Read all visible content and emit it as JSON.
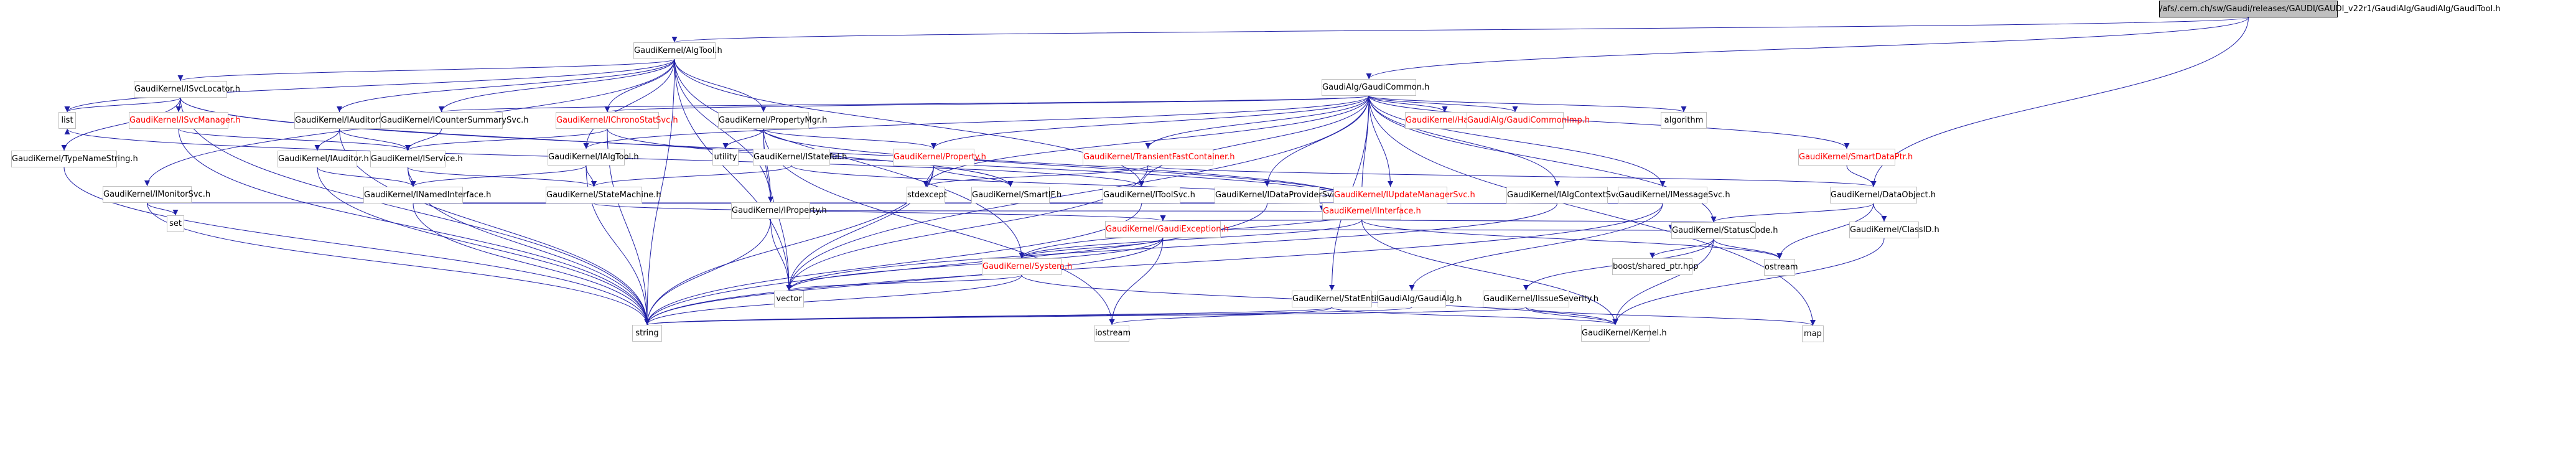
{
  "graph": {
    "nodes": {
      "root": {
        "label": "/afs/.cern.ch/sw/Gaudi/releases/GAUDI/GAUDI_v22r1/GaudiAlg/GaudiAlg/GaudiTool.h",
        "kind": "root"
      },
      "algtool": {
        "label": "GaudiKernel/AlgTool.h",
        "kind": "link"
      },
      "isvcloc": {
        "label": "GaudiKernel/ISvcLocator.h",
        "kind": "link"
      },
      "list": {
        "label": "list",
        "kind": "plain"
      },
      "isvcmgr": {
        "label": "GaudiKernel/ISvcManager.h",
        "kind": "red"
      },
      "tns": {
        "label": "GaudiKernel/TypeNameString.h",
        "kind": "link"
      },
      "iaudsvc": {
        "label": "GaudiKernel/IAuditorSvc.h",
        "kind": "link"
      },
      "iaud": {
        "label": "GaudiKernel/IAuditor.h",
        "kind": "link"
      },
      "imonsvc": {
        "label": "GaudiKernel/IMonitorSvc.h",
        "kind": "link"
      },
      "set": {
        "label": "set",
        "kind": "plain"
      },
      "icsum": {
        "label": "GaudiKernel/ICounterSummarySvc.h",
        "kind": "link"
      },
      "ichrono": {
        "label": "GaudiKernel/IChronoStatSvc.h",
        "kind": "red"
      },
      "iservice": {
        "label": "GaudiKernel/IService.h",
        "kind": "link"
      },
      "inamed": {
        "label": "GaudiKernel/INamedInterface.h",
        "kind": "link"
      },
      "propmgr": {
        "label": "GaudiKernel/PropertyMgr.h",
        "kind": "link"
      },
      "utility": {
        "label": "utility",
        "kind": "plain"
      },
      "istate": {
        "label": "GaudiKernel/IStateful.h",
        "kind": "link"
      },
      "ialgtool": {
        "label": "GaudiKernel/IAlgTool.h",
        "kind": "link"
      },
      "statemach": {
        "label": "GaudiKernel/StateMachine.h",
        "kind": "link"
      },
      "property": {
        "label": "GaudiKernel/Property.h",
        "kind": "red"
      },
      "iproperty": {
        "label": "GaudiKernel/IProperty.h",
        "kind": "link"
      },
      "smartif": {
        "label": "GaudiKernel/SmartIF.h",
        "kind": "link"
      },
      "stdexcept": {
        "label": "stdexcept",
        "kind": "plain"
      },
      "gcommon": {
        "label": "GaudiAlg/GaudiCommon.h",
        "kind": "link"
      },
      "hashmap": {
        "label": "GaudiKernel/HashMap.h",
        "kind": "red"
      },
      "gcimp": {
        "label": "GaudiAlg/GaudiCommonImp.h",
        "kind": "red"
      },
      "algorithm": {
        "label": "algorithm",
        "kind": "plain"
      },
      "smartdp": {
        "label": "GaudiKernel/SmartDataPtr.h",
        "kind": "red"
      },
      "transient": {
        "label": "GaudiKernel/TransientFastContainer.h",
        "kind": "red"
      },
      "itoolsvc": {
        "label": "GaudiKernel/IToolSvc.h",
        "kind": "link"
      },
      "idataprov": {
        "label": "GaudiKernel/IDataProviderSvc.h",
        "kind": "link"
      },
      "iupdmgr": {
        "label": "GaudiKernel/IUpdateManagerSvc.h",
        "kind": "red"
      },
      "ialgctx": {
        "label": "GaudiKernel/IAlgContextSvc.h",
        "kind": "link"
      },
      "imsgsvc": {
        "label": "GaudiKernel/IMessageSvc.h",
        "kind": "link"
      },
      "dataobj": {
        "label": "GaudiKernel/DataObject.h",
        "kind": "link"
      },
      "iinterface": {
        "label": "GaudiKernel/IInterface.h",
        "kind": "red"
      },
      "gexc": {
        "label": "GaudiKernel/GaudiException.h",
        "kind": "red"
      },
      "system": {
        "label": "GaudiKernel/System.h",
        "kind": "red"
      },
      "statuscode": {
        "label": "GaudiKernel/StatusCode.h",
        "kind": "link"
      },
      "classid": {
        "label": "GaudiKernel/ClassID.h",
        "kind": "link"
      },
      "vector": {
        "label": "vector",
        "kind": "plain"
      },
      "boostsp": {
        "label": "boost/shared_ptr.hpp",
        "kind": "dim"
      },
      "ostream": {
        "label": "ostream",
        "kind": "plain"
      },
      "statentity": {
        "label": "GaudiKernel/StatEntity.h",
        "kind": "link"
      },
      "gaudialg": {
        "label": "GaudiAlg/GaudiAlg.h",
        "kind": "link"
      },
      "iissue": {
        "label": "GaudiKernel/IIssueSeverity.h",
        "kind": "link"
      },
      "string": {
        "label": "string",
        "kind": "plain"
      },
      "iostream": {
        "label": "iostream",
        "kind": "plain"
      },
      "kernel": {
        "label": "GaudiKernel/Kernel.h",
        "kind": "link"
      },
      "map": {
        "label": "map",
        "kind": "plain"
      }
    }
  }
}
